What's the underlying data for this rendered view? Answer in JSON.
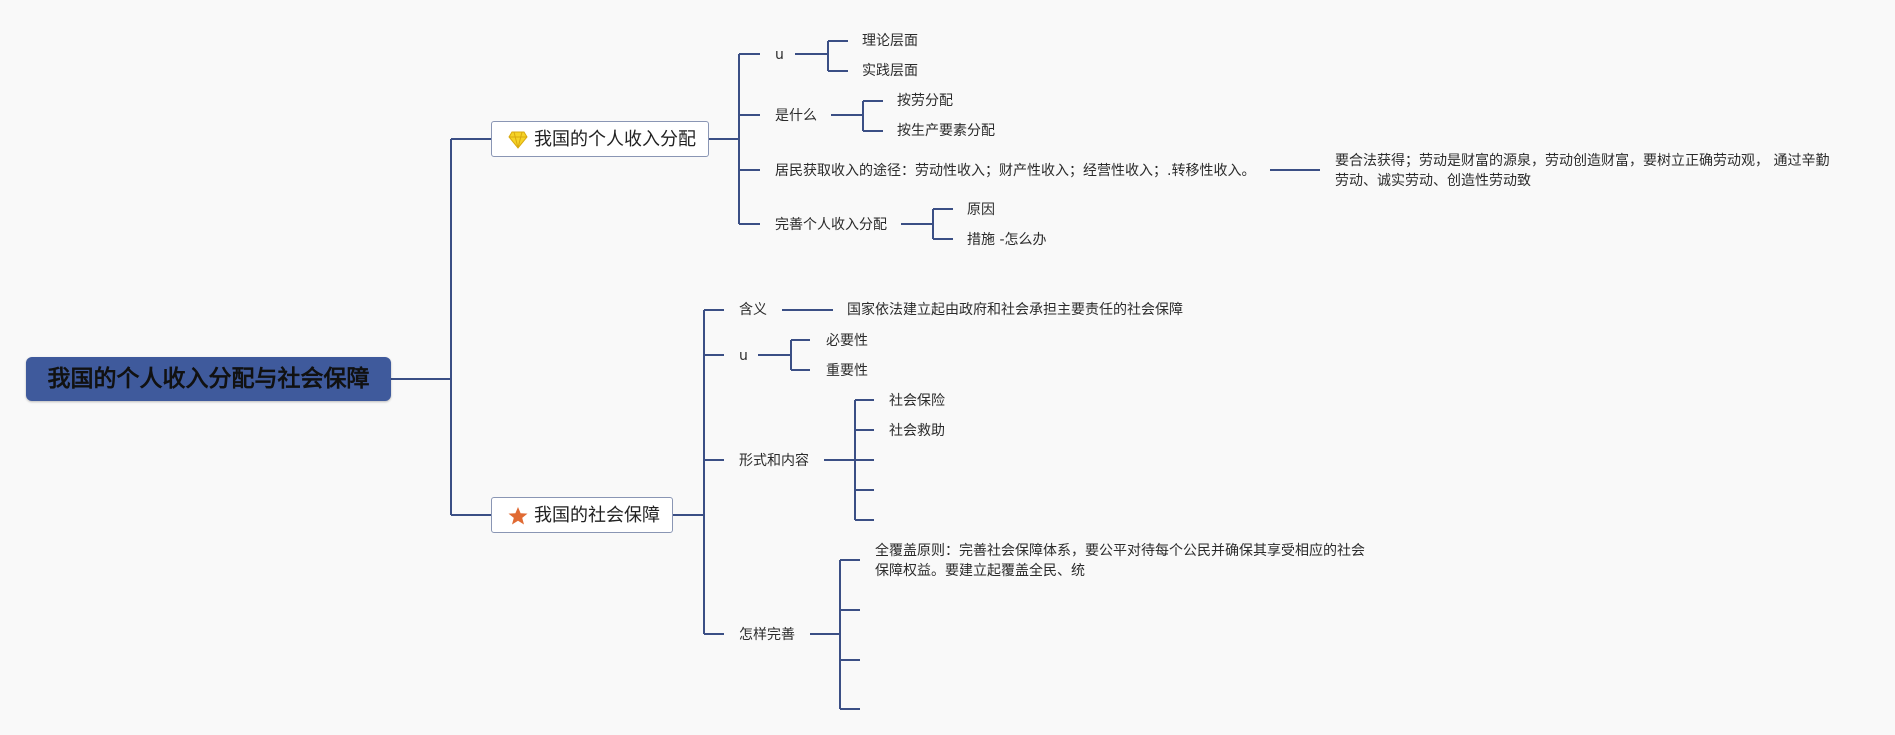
{
  "root": {
    "label": "我国的个人收入分配与社会保障"
  },
  "branch1": {
    "label": "我国的个人收入分配",
    "icon": "diamond-icon",
    "icon_color": "#f5d327",
    "children": {
      "u1": {
        "label": "u",
        "items": [
          "理论层面",
          "实践层面"
        ]
      },
      "what": {
        "label": "是什么",
        "items": [
          "按劳分配",
          "按生产要素分配"
        ]
      },
      "ways": {
        "label": "居民获取收入的途径：劳动性收入；财产性收入；经营性收入；.转移性收入。",
        "note": "要合法获得；劳动是财富的源泉，劳动创造财富，要树立正确劳动观， 通过辛勤劳动、诚实劳动、创造性劳动致"
      },
      "improve": {
        "label": "完善个人收入分配",
        "items": [
          "原因",
          "措施 -怎么办"
        ]
      }
    }
  },
  "branch2": {
    "label": "我国的社会保障",
    "icon": "star-icon",
    "icon_color": "#e06a33",
    "children": {
      "meaning": {
        "label": "含义",
        "value": "国家依法建立起由政府和社会承担主要责任的社会保障"
      },
      "u2": {
        "label": "u",
        "items": [
          "必要性",
          "重要性"
        ]
      },
      "forms": {
        "label": "形式和内容",
        "items": [
          "社会保险",
          "社会救助"
        ]
      },
      "how": {
        "label": "怎样完善",
        "first": "全覆盖原则：完善社会保障体系，要公平对待每个公民并确保其享受相应的社会保障权益。要建立起覆盖全民、统"
      }
    }
  },
  "colors": {
    "line": "#3b4f85",
    "root_bg": "#3f5a9c",
    "node_border": "#8a96b4"
  }
}
